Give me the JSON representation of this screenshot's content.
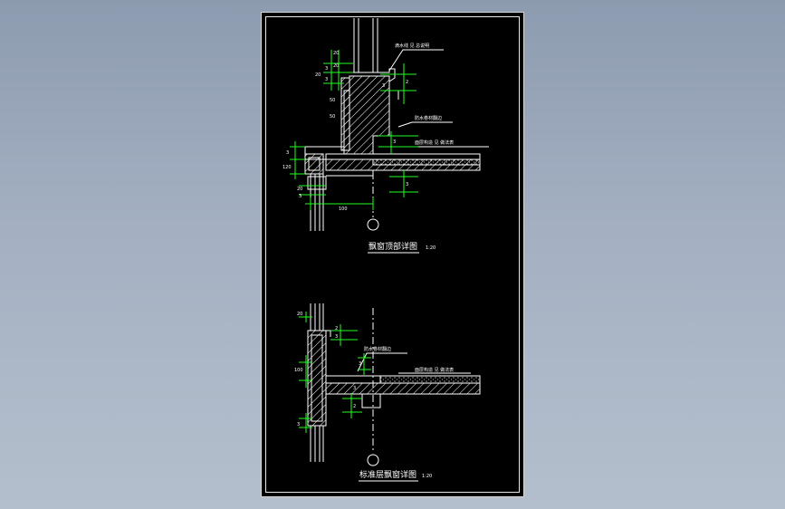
{
  "colors": {
    "background_top": "#8d9bb0",
    "background_bottom": "#b4bfcd",
    "sheet": "#000000",
    "line": "#ffffff",
    "dimension": "#22ff22"
  },
  "top_detail": {
    "title": "飘窗顶部详图",
    "scale": "1:20",
    "note_top": "滴水线 见 总说明",
    "note_waterproof": "防水卷材翻边",
    "note_floor": "面层构造 见 做法表",
    "dim_labels": [
      "20",
      "20",
      "20",
      "3",
      "3",
      "2",
      "3",
      "50",
      "50",
      "3",
      "3",
      "3",
      "120",
      "20",
      "3",
      "3",
      "2",
      "100"
    ]
  },
  "bottom_detail": {
    "title": "标准层飘窗详图",
    "scale": "1:20",
    "note_waterproof": "防水卷材翻边",
    "note_floor": "面层构造 见 做法表",
    "dim_labels": [
      "20",
      "2",
      "3",
      "100",
      "3",
      "2",
      "3",
      "3"
    ]
  }
}
